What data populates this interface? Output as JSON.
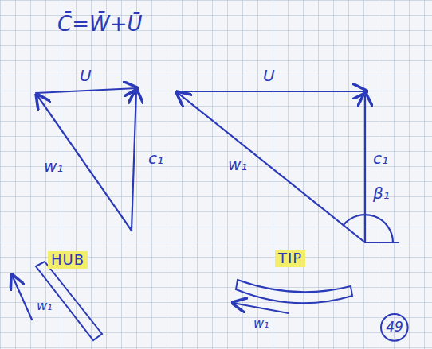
{
  "diagram": {
    "nodes": [
      {
        "text": [
          "49"
        ]
      }
    ],
    "labels": [
      "C̄=W̄+Ū",
      "U",
      "w₁",
      "c₁",
      "U",
      "w₁",
      "c₁",
      "β₁",
      "HUB",
      "TIP",
      "w₁",
      "w₁"
    ]
  }
}
